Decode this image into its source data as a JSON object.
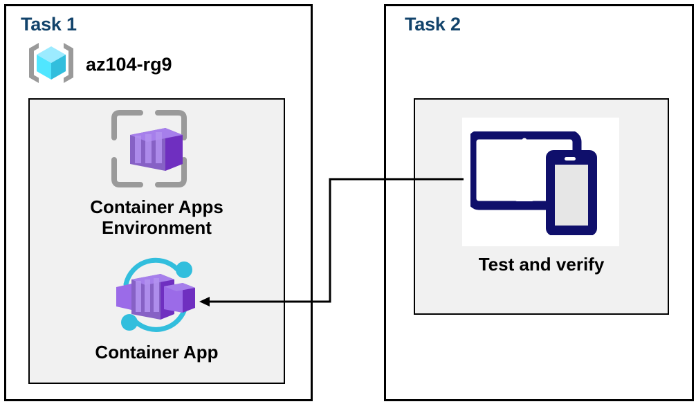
{
  "diagram": {
    "title": "Azure Container Apps task diagram",
    "background": "#ffffff"
  },
  "colors": {
    "task_title": "#12436B",
    "panel_border": "#000000",
    "group_fill": "#F1F1F1",
    "group_border": "#000000",
    "resource_group_cube": "#50E6FF",
    "resource_group_bracket": "#9A9A9A",
    "container_purple_light": "#9B6BE8",
    "container_purple_dark": "#5C2D91",
    "container_arc_cyan": "#32BEDD",
    "frame_gray": "#9A9A9A",
    "device_navy": "#0F0F6B",
    "device_screen_gray": "#E6E6E6",
    "connector": "#000000"
  },
  "tasks": [
    {
      "id": "task1",
      "title": "Task 1",
      "resource_group": {
        "icon": "resource-group-icon",
        "name": "az104-rg9"
      },
      "group_box": {
        "items": [
          {
            "icon": "container-apps-environment-icon",
            "label": "Container Apps\nEnvironment"
          },
          {
            "icon": "container-app-icon",
            "label": "Container App"
          }
        ]
      }
    },
    {
      "id": "task2",
      "title": "Task 2",
      "group_box": {
        "items": [
          {
            "icon": "devices-test-icon",
            "label": "Test and verify"
          }
        ]
      }
    }
  ],
  "connector": {
    "name": "test-to-container-app-arrow",
    "from": "devices-test-icon",
    "to": "container-app-icon",
    "direction": "right-to-left",
    "style": "elbow",
    "arrowhead": "left"
  }
}
